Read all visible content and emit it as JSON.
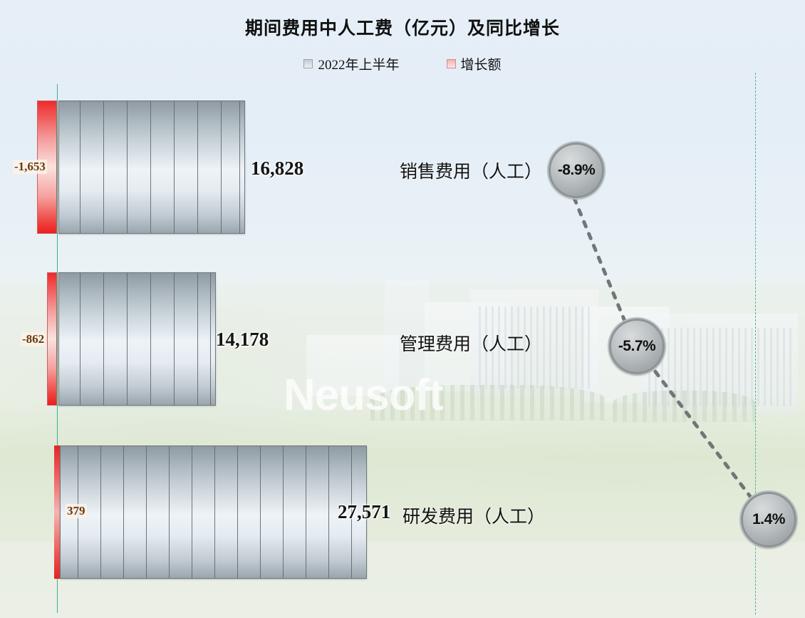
{
  "chart_data": {
    "type": "bar",
    "title": "期间费用中人工费（亿元）及同比增长",
    "xlabel": "",
    "ylabel": "",
    "legend_position": "top-center",
    "grid": false,
    "orientation": "horizontal",
    "legend": [
      {
        "label": "2022年上半年",
        "key": "gray"
      },
      {
        "label": "增长额",
        "key": "red"
      }
    ],
    "categories": [
      "销售费用（人工）",
      "管理费用（人工）",
      "研发费用（人工）"
    ],
    "series": [
      {
        "name": "2022年上半年",
        "values": [
          16828,
          14178,
          27571
        ],
        "value_labels": [
          "16,828",
          "14,178",
          "27,571"
        ]
      },
      {
        "name": "增长额",
        "values": [
          -1653,
          -862,
          379
        ],
        "value_labels": [
          "-1,653",
          "-862",
          "379"
        ]
      }
    ],
    "growth_rates": [
      "-8.9%",
      "-5.7%",
      "1.4%"
    ],
    "axis_zero_x": 80,
    "colors": {
      "bar": "#cfd8de",
      "delta": "#ec1f1f",
      "axis": "#3cae8c",
      "badge": "#aeb4b7",
      "value_text": "#151515",
      "delta_text": "#6b3a10"
    }
  },
  "background": {
    "watermark": "Neusoft"
  }
}
